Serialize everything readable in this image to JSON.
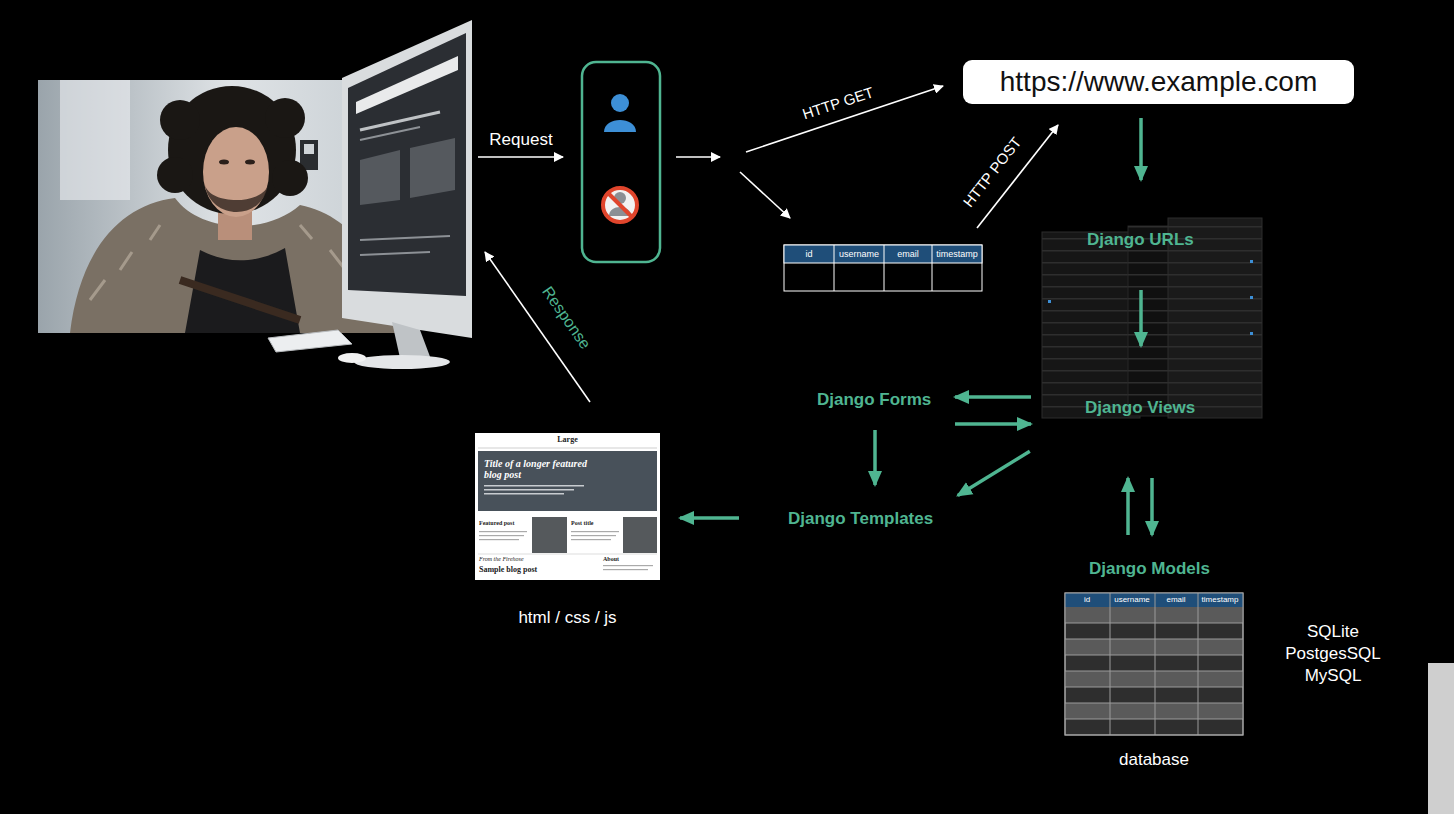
{
  "diagram": {
    "nodes": [
      {
        "text": [
          "https://www.example.com"
        ]
      },
      {
        "text": [
          "Django URLs"
        ]
      },
      {
        "text": [
          "Django Views"
        ]
      },
      {
        "text": [
          "Django Forms"
        ]
      },
      {
        "text": [
          "Django Templates"
        ]
      },
      {
        "text": [
          "Django Models"
        ]
      },
      {
        "text": [
          "Large",
          "Title of a longer featured blog post",
          "Featured post",
          "Post title",
          "From the Firehose",
          "Sample blog post",
          "About",
          "html / css / js"
        ]
      }
    ],
    "edges": [
      {
        "from": 0,
        "to": 1,
        "arrow": "to"
      },
      {
        "from": 1,
        "to": 2,
        "arrow": "to"
      },
      {
        "from": 2,
        "to": 3,
        "arrow": "to"
      },
      {
        "from": 3,
        "to": 2,
        "arrow": "to"
      },
      {
        "from": 3,
        "to": 4,
        "arrow": "to"
      },
      {
        "from": 2,
        "to": 4,
        "arrow": "to"
      },
      {
        "from": 2,
        "to": 5,
        "arrow": "to"
      },
      {
        "from": 5,
        "to": 2,
        "arrow": "to"
      },
      {
        "from": 4,
        "to": 6,
        "arrow": "to"
      }
    ],
    "labels": [
      "Request",
      "HTTP GET",
      "HTTP POST",
      "Response",
      "id",
      "username",
      "email",
      "timestamp",
      "id",
      "username",
      "email",
      "timestamp",
      "SQLite",
      "PostgesSQL",
      "MySQL",
      "database"
    ]
  }
}
